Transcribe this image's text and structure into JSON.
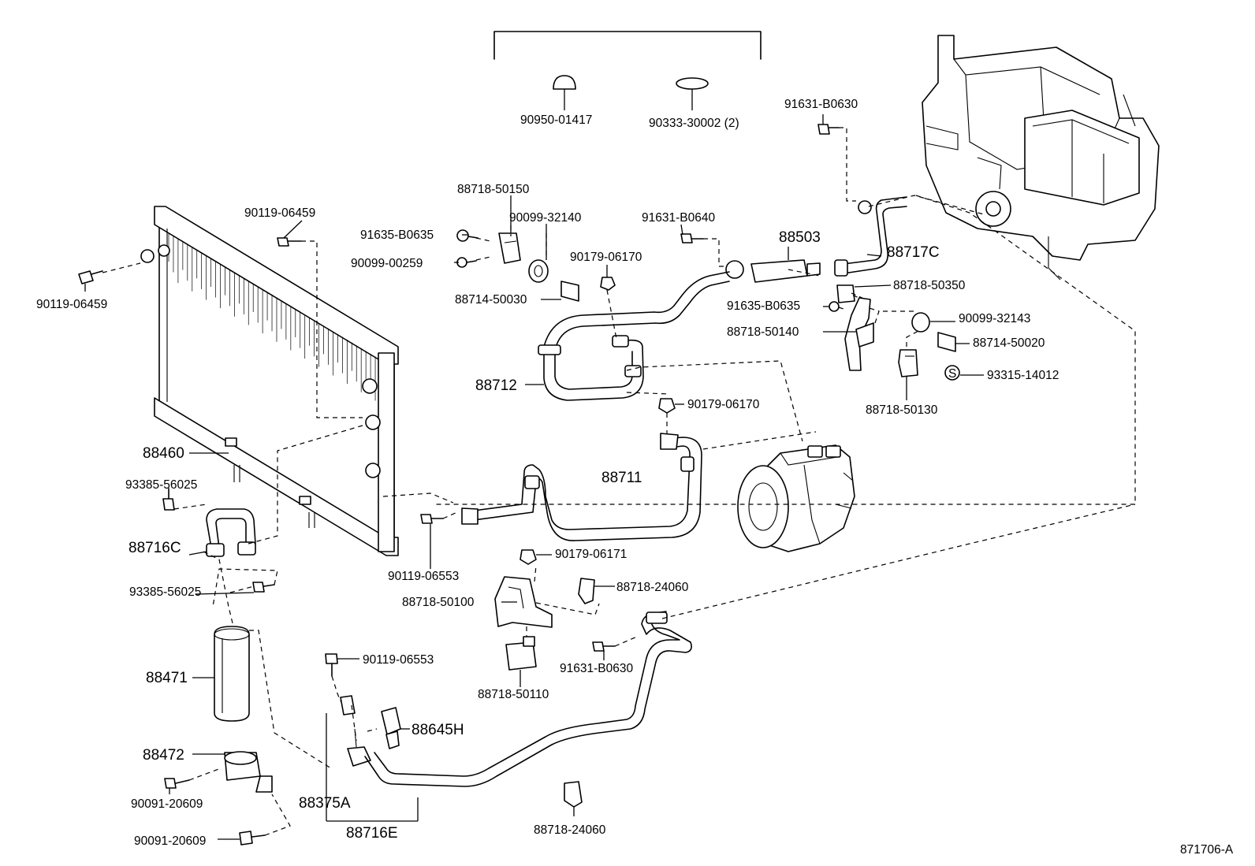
{
  "diagram_id": "871706-A",
  "labels": {
    "p90950_01417": "90950-01417",
    "p90333_30002": "90333-30002 (2)",
    "p91631_B0630_top": "91631-B0630",
    "p88718_50150": "88718-50150",
    "p90099_32140": "90099-32140",
    "p91631_B0640": "91631-B0640",
    "p90119_06459_a": "90119-06459",
    "p91635_B0635_a": "91635-B0635",
    "p90099_00259": "90099-00259",
    "p90119_06459_b": "90119-06459",
    "p90179_06170_a": "90179-06170",
    "p88714_50030": "88714-50030",
    "p88503": "88503",
    "p88717C": "88717C",
    "p88718_50350": "88718-50350",
    "p91635_B0635_b": "91635-B0635",
    "p90099_32143": "90099-32143",
    "p88718_50140": "88718-50140",
    "p88714_50020": "88714-50020",
    "p93315_14012": "93315-14012",
    "p88718_50130": "88718-50130",
    "p88712": "88712",
    "p90179_06170_b": "90179-06170",
    "p88460": "88460",
    "p93385_56025_a": "93385-56025",
    "p88711": "88711",
    "p88716C": "88716C",
    "p90119_06553_a": "90119-06553",
    "p90179_06171": "90179-06171",
    "p93385_56025_b": "93385-56025",
    "p88718_50100": "88718-50100",
    "p88718_24060_a": "88718-24060",
    "p91631_B0630_b": "91631-B0630",
    "p88471": "88471",
    "p90119_06553_b": "90119-06553",
    "p88718_50110": "88718-50110",
    "p88645H": "88645H",
    "p88472": "88472",
    "p90091_20609_a": "90091-20609",
    "p88375A": "88375A",
    "p88716E": "88716E",
    "p88718_24060_b": "88718-24060",
    "p90091_20609_b": "90091-20609",
    "s_symbol": "S"
  }
}
